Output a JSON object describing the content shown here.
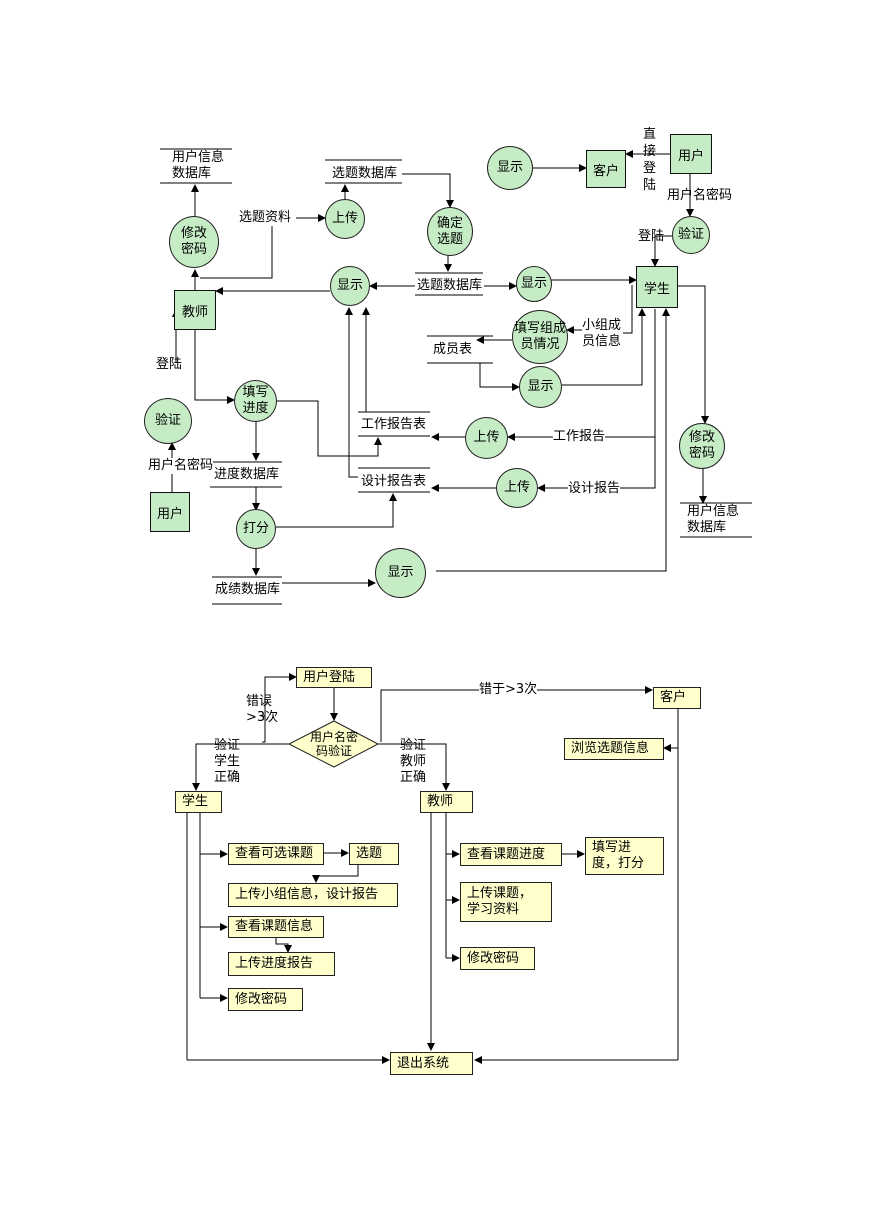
{
  "dfd": {
    "top_stores": {
      "user_db": "用户信息\n数据库",
      "topic_db_top": "选题数据库",
      "topic_db_mid": "选题数据库",
      "member_table": "成员表",
      "work_report_table": "工作报告表",
      "progress_db": "进度数据库",
      "design_report_table": "设计报告表",
      "grade_db": "成绩数据库",
      "user_db_right": "用户信息\n数据库"
    },
    "entities": {
      "client": "客户",
      "user_top": "用户",
      "teacher": "教师",
      "user_left": "用户",
      "student": "学生"
    },
    "processes": {
      "display_client": "显示",
      "upload_topic": "上传",
      "confirm_topic": "确定\n选题",
      "verify_right": "验证",
      "change_pwd_left": "修改\n密码",
      "display_teacher": "显示",
      "display_student": "显示",
      "fill_members": "填写组成\n员情况",
      "display_members": "显示",
      "fill_progress": "填写\n进度",
      "verify_left": "验证",
      "upload_work": "上传",
      "upload_design": "上传",
      "change_pwd_right": "修改\n密码",
      "grade": "打分",
      "display_grade": "显示"
    },
    "labels": {
      "direct_login": "直\n接\n登\n陆",
      "username_pwd_top": "用户名密码",
      "login_right": "登陆",
      "topic_material": "选题资料",
      "group_member_info": "小组成\n员信息",
      "login_left": "登陆",
      "username_pwd_left": "用户名密码",
      "work_report": "工作报告",
      "design_report": "设计报告"
    }
  },
  "flowchart": {
    "user_login": "用户登陆",
    "verify_diamond": "用户名密\n码验证",
    "error_3": "错误\n>3次",
    "error_more_3": "错于>3次",
    "client": "客户",
    "verify_student_ok": "验证\n学生\n正确",
    "verify_teacher_ok": "验证\n教师\n正确",
    "student": "学生",
    "teacher": "教师",
    "browse_topics": "浏览选题信息",
    "view_optional": "查看可选课题",
    "select_topic": "选题",
    "upload_group": "上传小组信息，设计报告",
    "view_topic_info": "查看课题信息",
    "upload_progress": "上传进度报告",
    "change_pwd_student": "修改密码",
    "view_progress": "查看课题进度",
    "fill_grade": "填写进\n度，打分",
    "upload_material": "上传课题，\n学习资料",
    "change_pwd_teacher": "修改密码",
    "exit": "退出系统"
  },
  "colors": {
    "process_fill": "#c6ecc6",
    "box_fill": "#ffffcc",
    "line": "#000000"
  }
}
